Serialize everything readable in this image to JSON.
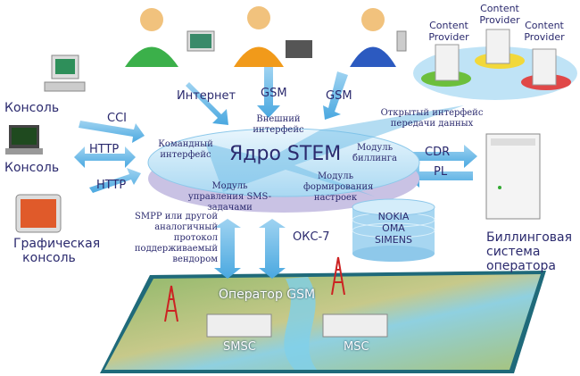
{
  "core": {
    "title": "Ядро STEM",
    "external_interface": "Внешний интерфейс",
    "command_interface": "Командный интерфейс",
    "billing_module": "Модуль биллинга",
    "sms_module": "Модуль управления SMS-задачами",
    "settings_module": "Модуль формирования настроек"
  },
  "links": {
    "internet": "Интернет",
    "gsm1": "GSM",
    "gsm2": "GSM",
    "cci": "CCI",
    "http1": "HTTP",
    "http2": "HTTP",
    "cdr": "CDR",
    "pl": "PL",
    "open_interface": "Открытый интерфейс передачи данных",
    "smpp": "SMPP или другой аналогичный протокол поддерживаемый вендором",
    "oks7": "ОКС-7"
  },
  "nodes": {
    "console1": "Консоль",
    "console2": "Консоль",
    "graphic_console": "Графическая консоль",
    "billing_system": "Биллинговая система оператора",
    "content_providers": [
      "Content Provider",
      "Content Provider",
      "Content Provider"
    ],
    "database": [
      "NOKIA",
      "OMA",
      "SIMENS"
    ],
    "operator": "Оператор GSM",
    "smsc": "SMSC",
    "msc": "MSC"
  }
}
